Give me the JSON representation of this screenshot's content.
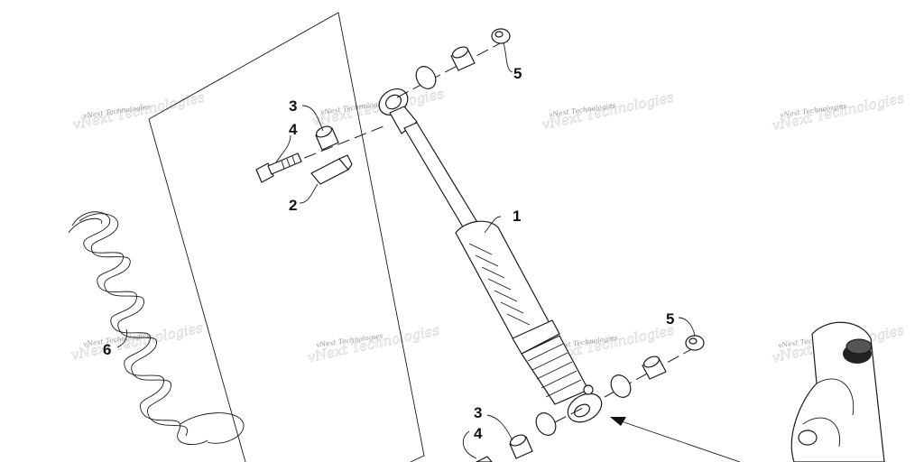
{
  "diagram": {
    "watermark": "vNext Technologies",
    "callouts": {
      "shock_absorber": "1",
      "pin": "2",
      "bushing_upper": "3",
      "bolt_upper": "4",
      "spacer_upper": "5",
      "spring": "6",
      "spacer_lower": "5",
      "bushing_lower": "3",
      "bolt_lower": "4"
    }
  }
}
